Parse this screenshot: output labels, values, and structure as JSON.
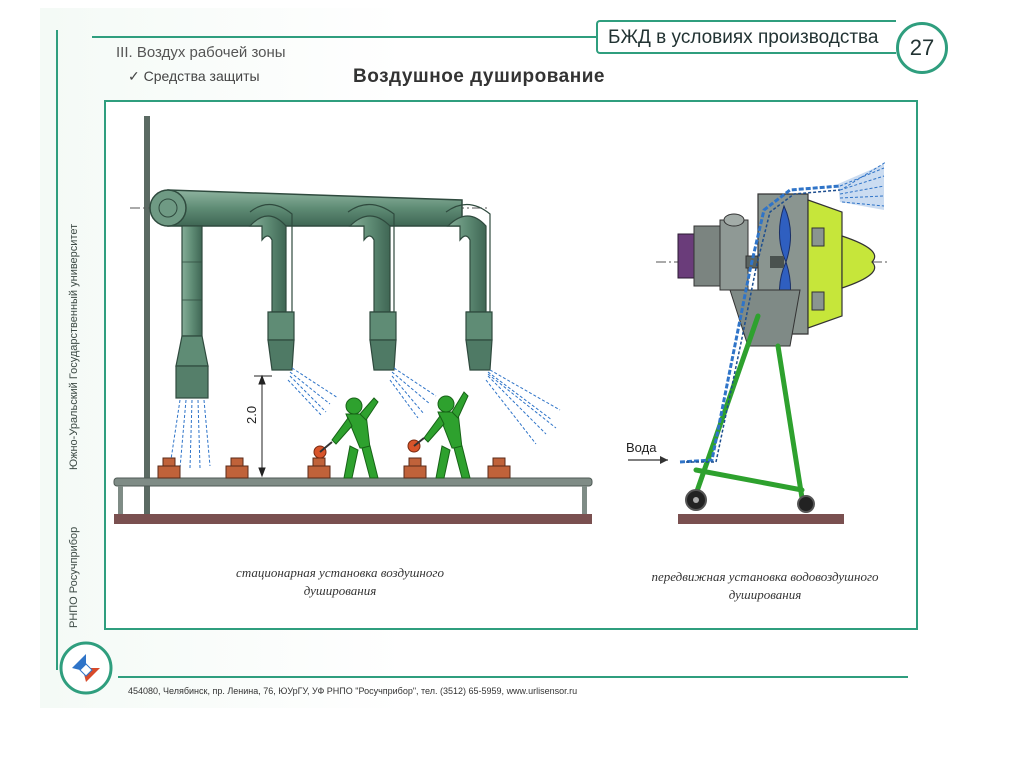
{
  "header": {
    "banner_title": "БЖД в условиях производства",
    "page_number": "27",
    "section": "III. Воздух рабочей зоны",
    "subsection": "✓ Средства защиты",
    "slide_title": "Воздушное душирование"
  },
  "sidebar": {
    "university": "Южно-Уральский Государственный университет",
    "organization": "РНПО Росучприбор"
  },
  "diagram": {
    "height_label": "2.0",
    "water_label": "Вода",
    "caption_stationary": "стационарная установка воздушного душирования",
    "caption_mobile": "передвижная установка водовоздушного душирования"
  },
  "footer": {
    "address": "454080, Челябинск, пр. Ленина, 76, ЮУрГУ, УФ РНПО \"Росучприбор\", тел. (3512) 65-5959, www.urlisensor.ru"
  },
  "colors": {
    "accent": "#2f9e7e",
    "duct": "#5f8c75",
    "duct_dark": "#3f6654",
    "worker": "#2ea12e",
    "water": "#2f74c8",
    "fan_body": "#8a9590",
    "fan_yellow": "#c6e63a",
    "floor": "#7a5050"
  }
}
